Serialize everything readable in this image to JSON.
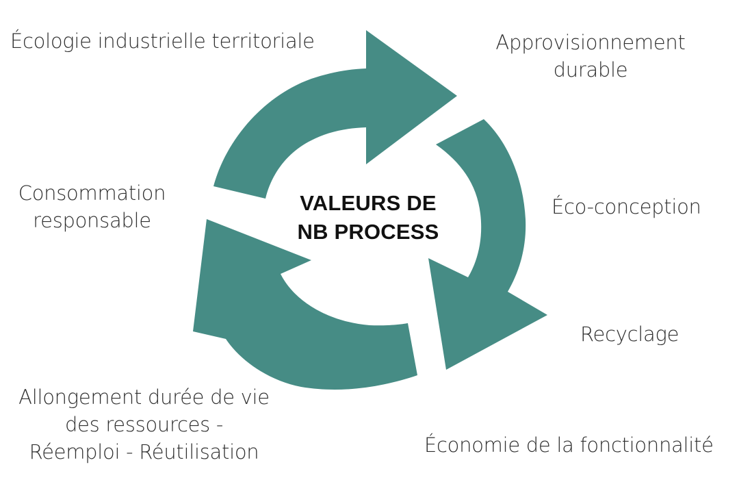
{
  "diagram": {
    "type": "circular-cycle",
    "arrow_count": 3,
    "arrow_color": "#468c85",
    "center_title_lines": [
      "VALEURS DE",
      "NB PROCESS"
    ],
    "labels": {
      "ecologie": [
        "Écologie industrielle territoriale"
      ],
      "approvisionnement": [
        "Approvisionnement",
        "durable"
      ],
      "eco_conception": [
        "Éco-conception"
      ],
      "recyclage": [
        "Recyclage"
      ],
      "economie": [
        "Économie de la fonctionnalité"
      ],
      "allongement": [
        "Allongement durée de vie",
        "des ressources -",
        "Réemploi - Réutilisation"
      ],
      "consommation": [
        "Consommation",
        "responsable"
      ]
    }
  }
}
